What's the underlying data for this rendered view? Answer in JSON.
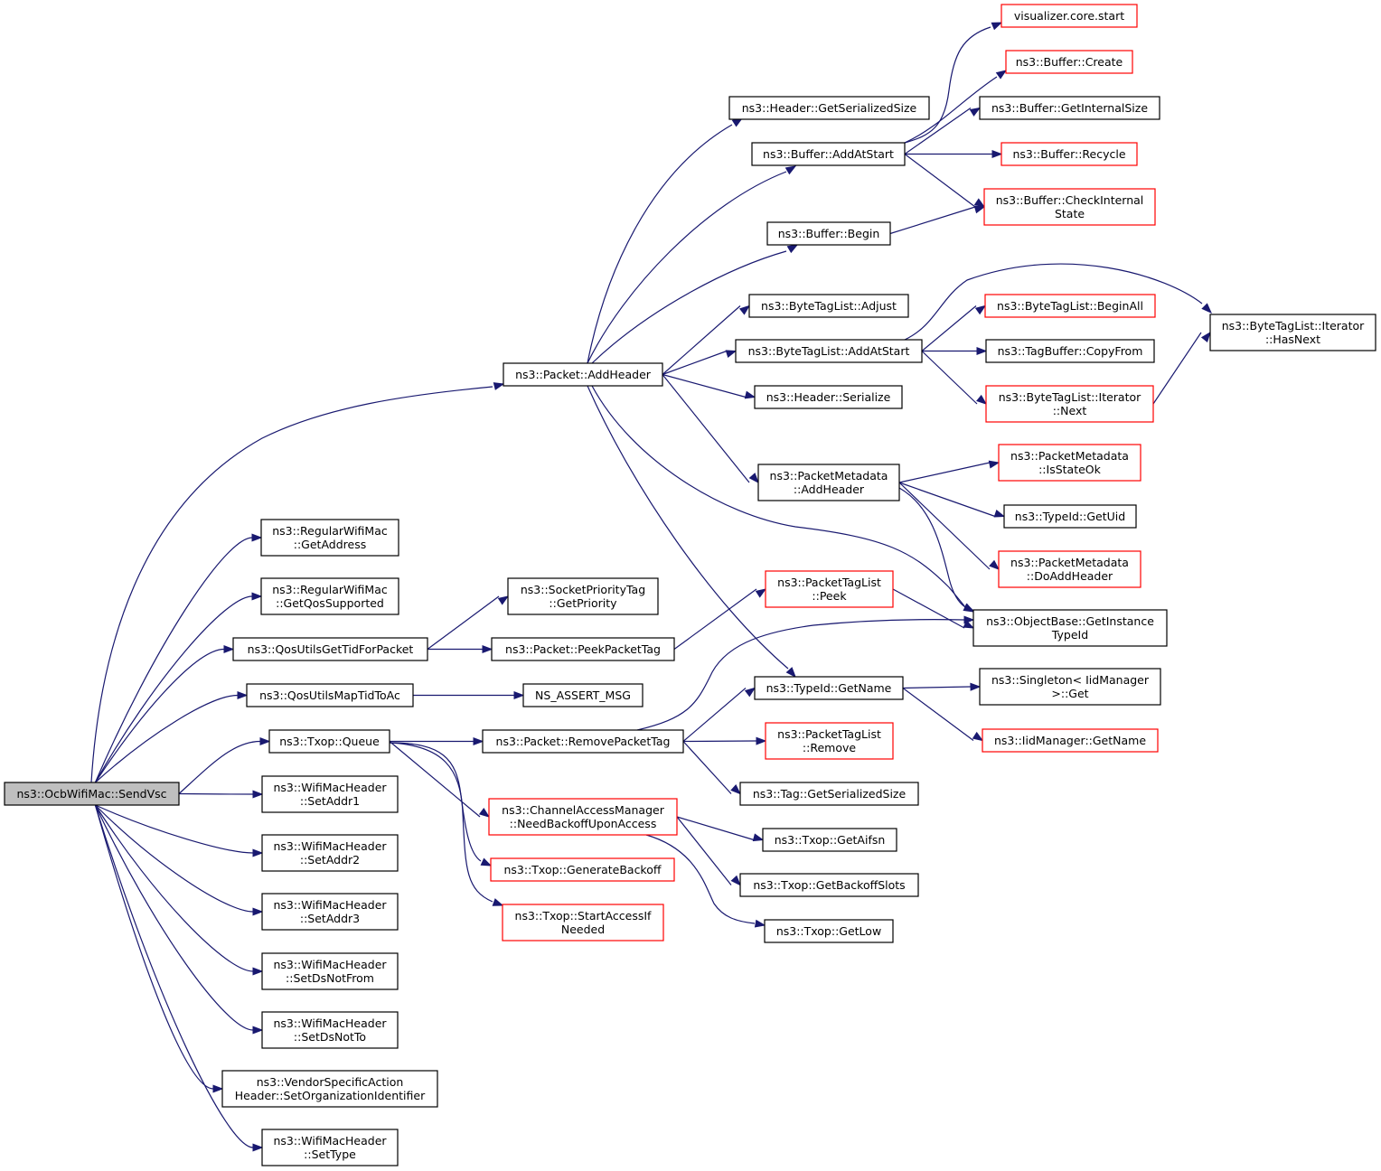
{
  "colors": {
    "edge": "#191970",
    "root_fill": "#bfbfbf",
    "node_fill": "#ffffff",
    "border_black": "#000000",
    "border_red": "#ff0000"
  },
  "nodes": [
    {
      "id": "sendvsc",
      "lines": [
        "ns3::OcbWifiMac::SendVsc"
      ],
      "border": "black",
      "root": true
    },
    {
      "id": "addheader",
      "lines": [
        "ns3::Packet::AddHeader"
      ],
      "border": "black"
    },
    {
      "id": "getaddress",
      "lines": [
        "ns3::RegularWifiMac",
        "::GetAddress"
      ],
      "border": "black"
    },
    {
      "id": "getqossupported",
      "lines": [
        "ns3::RegularWifiMac",
        "::GetQosSupported"
      ],
      "border": "black"
    },
    {
      "id": "qosgettid",
      "lines": [
        "ns3::QosUtilsGetTidForPacket"
      ],
      "border": "black"
    },
    {
      "id": "qosmaptid",
      "lines": [
        "ns3::QosUtilsMapTidToAc"
      ],
      "border": "black"
    },
    {
      "id": "txopqueue",
      "lines": [
        "ns3::Txop::Queue"
      ],
      "border": "black"
    },
    {
      "id": "setaddr1",
      "lines": [
        "ns3::WifiMacHeader",
        "::SetAddr1"
      ],
      "border": "black"
    },
    {
      "id": "setaddr2",
      "lines": [
        "ns3::WifiMacHeader",
        "::SetAddr2"
      ],
      "border": "black"
    },
    {
      "id": "setaddr3",
      "lines": [
        "ns3::WifiMacHeader",
        "::SetAddr3"
      ],
      "border": "black"
    },
    {
      "id": "setdsnotfrom",
      "lines": [
        "ns3::WifiMacHeader",
        "::SetDsNotFrom"
      ],
      "border": "black"
    },
    {
      "id": "setdsnotto",
      "lines": [
        "ns3::WifiMacHeader",
        "::SetDsNotTo"
      ],
      "border": "black"
    },
    {
      "id": "vendorsetorg",
      "lines": [
        "ns3::VendorSpecificAction",
        "Header::SetOrganizationIdentifier"
      ],
      "border": "black"
    },
    {
      "id": "settype",
      "lines": [
        "ns3::WifiMacHeader",
        "::SetType"
      ],
      "border": "black"
    },
    {
      "id": "hdrgetser",
      "lines": [
        "ns3::Header::GetSerializedSize"
      ],
      "border": "black"
    },
    {
      "id": "bufaddatstart",
      "lines": [
        "ns3::Buffer::AddAtStart"
      ],
      "border": "black"
    },
    {
      "id": "bufbegin",
      "lines": [
        "ns3::Buffer::Begin"
      ],
      "border": "black"
    },
    {
      "id": "btladjust",
      "lines": [
        "ns3::ByteTagList::Adjust"
      ],
      "border": "black"
    },
    {
      "id": "btladdatstart",
      "lines": [
        "ns3::ByteTagList::AddAtStart"
      ],
      "border": "black"
    },
    {
      "id": "hdrserialize",
      "lines": [
        "ns3::Header::Serialize"
      ],
      "border": "black"
    },
    {
      "id": "pmaddheader",
      "lines": [
        "ns3::PacketMetadata",
        "::AddHeader"
      ],
      "border": "black"
    },
    {
      "id": "objgetinst",
      "lines": [
        "ns3::ObjectBase::GetInstance",
        "TypeId"
      ],
      "border": "black"
    },
    {
      "id": "typeidgetname",
      "lines": [
        "ns3::TypeId::GetName"
      ],
      "border": "black"
    },
    {
      "id": "sockprio",
      "lines": [
        "ns3::SocketPriorityTag",
        "::GetPriority"
      ],
      "border": "black"
    },
    {
      "id": "peekpackettag",
      "lines": [
        "ns3::Packet::PeekPacketTag"
      ],
      "border": "black"
    },
    {
      "id": "nsassert",
      "lines": [
        "NS_ASSERT_MSG"
      ],
      "border": "black"
    },
    {
      "id": "removepackettag",
      "lines": [
        "ns3::Packet::RemovePacketTag"
      ],
      "border": "black"
    },
    {
      "id": "needbackoff",
      "lines": [
        "ns3::ChannelAccessManager",
        "::NeedBackoffUponAccess"
      ],
      "border": "red"
    },
    {
      "id": "genbackoff",
      "lines": [
        "ns3::Txop::GenerateBackoff"
      ],
      "border": "red"
    },
    {
      "id": "startaccess",
      "lines": [
        "ns3::Txop::StartAccessIf",
        "Needed"
      ],
      "border": "red"
    },
    {
      "id": "ptlpeek",
      "lines": [
        "ns3::PacketTagList",
        "::Peek"
      ],
      "border": "red"
    },
    {
      "id": "ptlremove",
      "lines": [
        "ns3::PacketTagList",
        "::Remove"
      ],
      "border": "red"
    },
    {
      "id": "taggetser",
      "lines": [
        "ns3::Tag::GetSerializedSize"
      ],
      "border": "black"
    },
    {
      "id": "getaifsn",
      "lines": [
        "ns3::Txop::GetAifsn"
      ],
      "border": "black"
    },
    {
      "id": "getbackoffslots",
      "lines": [
        "ns3::Txop::GetBackoffSlots"
      ],
      "border": "black"
    },
    {
      "id": "getlow",
      "lines": [
        "ns3::Txop::GetLow"
      ],
      "border": "black"
    },
    {
      "id": "vizcorestart",
      "lines": [
        "visualizer.core.start"
      ],
      "border": "red"
    },
    {
      "id": "bufcreate",
      "lines": [
        "ns3::Buffer::Create"
      ],
      "border": "red"
    },
    {
      "id": "bufgetinternal",
      "lines": [
        "ns3::Buffer::GetInternalSize"
      ],
      "border": "black"
    },
    {
      "id": "bufrecycle",
      "lines": [
        "ns3::Buffer::Recycle"
      ],
      "border": "red"
    },
    {
      "id": "bufcheck",
      "lines": [
        "ns3::Buffer::CheckInternal",
        "State"
      ],
      "border": "red"
    },
    {
      "id": "btlbeginall",
      "lines": [
        "ns3::ByteTagList::BeginAll"
      ],
      "border": "red"
    },
    {
      "id": "tagbufcopy",
      "lines": [
        "ns3::TagBuffer::CopyFrom"
      ],
      "border": "black"
    },
    {
      "id": "btliternext",
      "lines": [
        "ns3::ByteTagList::Iterator",
        "::Next"
      ],
      "border": "red"
    },
    {
      "id": "btliterhasnext",
      "lines": [
        "ns3::ByteTagList::Iterator",
        "::HasNext"
      ],
      "border": "black"
    },
    {
      "id": "pmisstateok",
      "lines": [
        "ns3::PacketMetadata",
        "::IsStateOk"
      ],
      "border": "red"
    },
    {
      "id": "typeidgetuid",
      "lines": [
        "ns3::TypeId::GetUid"
      ],
      "border": "black"
    },
    {
      "id": "pmdoaddheader",
      "lines": [
        "ns3::PacketMetadata",
        "::DoAddHeader"
      ],
      "border": "red"
    },
    {
      "id": "singletonget",
      "lines": [
        "ns3::Singleton< IidManager",
        ">::Get"
      ],
      "border": "black"
    },
    {
      "id": "iidgetname",
      "lines": [
        "ns3::IidManager::GetName"
      ],
      "border": "red"
    }
  ],
  "edges": [
    [
      "sendvsc",
      "addheader"
    ],
    [
      "sendvsc",
      "getaddress"
    ],
    [
      "sendvsc",
      "getqossupported"
    ],
    [
      "sendvsc",
      "qosgettid"
    ],
    [
      "sendvsc",
      "qosmaptid"
    ],
    [
      "sendvsc",
      "txopqueue"
    ],
    [
      "sendvsc",
      "setaddr1"
    ],
    [
      "sendvsc",
      "setaddr2"
    ],
    [
      "sendvsc",
      "setaddr3"
    ],
    [
      "sendvsc",
      "setdsnotfrom"
    ],
    [
      "sendvsc",
      "setdsnotto"
    ],
    [
      "sendvsc",
      "vendorsetorg"
    ],
    [
      "sendvsc",
      "settype"
    ],
    [
      "addheader",
      "hdrgetser"
    ],
    [
      "addheader",
      "bufaddatstart"
    ],
    [
      "addheader",
      "bufbegin"
    ],
    [
      "addheader",
      "btladjust"
    ],
    [
      "addheader",
      "btladdatstart"
    ],
    [
      "addheader",
      "hdrserialize"
    ],
    [
      "addheader",
      "pmaddheader"
    ],
    [
      "addheader",
      "objgetinst"
    ],
    [
      "addheader",
      "typeidgetname"
    ],
    [
      "bufaddatstart",
      "vizcorestart"
    ],
    [
      "bufaddatstart",
      "bufcreate"
    ],
    [
      "bufaddatstart",
      "bufgetinternal"
    ],
    [
      "bufaddatstart",
      "bufrecycle"
    ],
    [
      "bufaddatstart",
      "bufcheck"
    ],
    [
      "bufbegin",
      "bufcheck"
    ],
    [
      "btladdatstart",
      "btliterhasnext"
    ],
    [
      "btladdatstart",
      "btlbeginall"
    ],
    [
      "btladdatstart",
      "tagbufcopy"
    ],
    [
      "btladdatstart",
      "btliternext"
    ],
    [
      "btliternext",
      "btliterhasnext"
    ],
    [
      "pmaddheader",
      "pmisstateok"
    ],
    [
      "pmaddheader",
      "typeidgetuid"
    ],
    [
      "pmaddheader",
      "pmdoaddheader"
    ],
    [
      "pmaddheader",
      "objgetinst"
    ],
    [
      "qosgettid",
      "sockprio"
    ],
    [
      "qosgettid",
      "peekpackettag"
    ],
    [
      "peekpackettag",
      "ptlpeek"
    ],
    [
      "ptlpeek",
      "objgetinst"
    ],
    [
      "qosmaptid",
      "nsassert"
    ],
    [
      "txopqueue",
      "removepackettag"
    ],
    [
      "txopqueue",
      "needbackoff"
    ],
    [
      "txopqueue",
      "genbackoff"
    ],
    [
      "txopqueue",
      "startaccess"
    ],
    [
      "removepackettag",
      "objgetinst"
    ],
    [
      "removepackettag",
      "typeidgetname"
    ],
    [
      "removepackettag",
      "ptlremove"
    ],
    [
      "removepackettag",
      "taggetser"
    ],
    [
      "needbackoff",
      "getaifsn"
    ],
    [
      "needbackoff",
      "getbackoffslots"
    ],
    [
      "needbackoff",
      "getlow"
    ],
    [
      "typeidgetname",
      "singletonget"
    ],
    [
      "typeidgetname",
      "iidgetname"
    ]
  ]
}
